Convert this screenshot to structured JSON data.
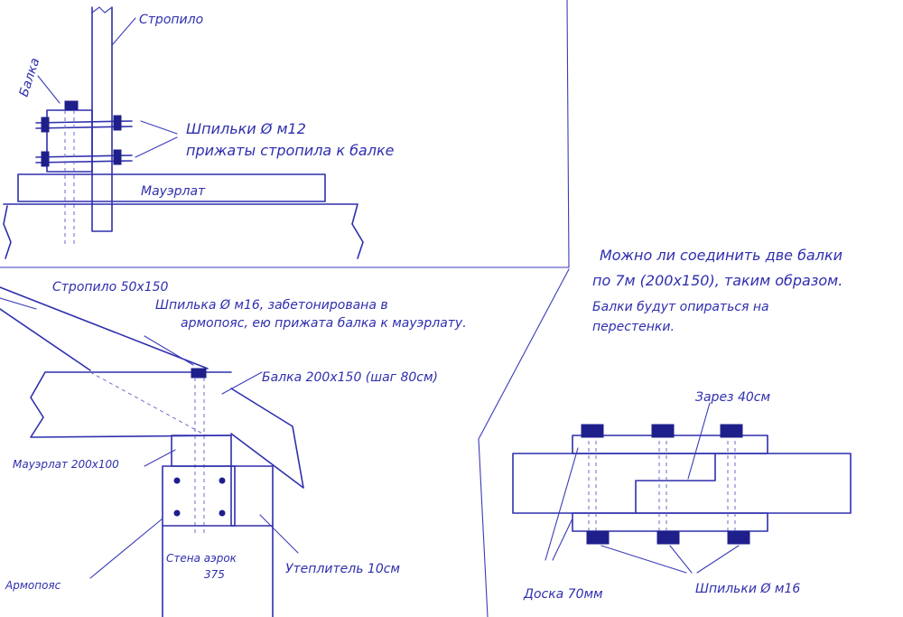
{
  "labels": {
    "top_rafter": "Стропило",
    "top_beam": "Балка",
    "top_studs": "Шпильки Ø м12",
    "top_studs_note": "прижаты стропила к балке",
    "top_mauerlat": "Мауэрлат",
    "rafter": "Стропило 50x150",
    "stud_m16_line1": "Шпилька Ø м16, забетонирована в",
    "stud_m16_line2": "армопояс, ею прижата балка к мауэрлату.",
    "beam": "Балка 200x150 (шаг 80см)",
    "mauerlat": "Мауэрлат 200x100",
    "wall_line1": "Стена аэрок",
    "wall_line2": "375",
    "insulation": "Утеплитель 10см",
    "armopoyas": "Армопояс",
    "note_line1": "Можно ли соединить две балки",
    "note_line2": "по 7м (200х150), таким образом.",
    "note_line3": "Балки будут опираться на",
    "note_line4": "перестенки.",
    "notch": "Зарез 40см",
    "board": "Доска 70мм",
    "studs_m16": "Шпильки Ø м16"
  },
  "colors": {
    "ink": "#2f2fae",
    "paper": "#ffffff"
  }
}
